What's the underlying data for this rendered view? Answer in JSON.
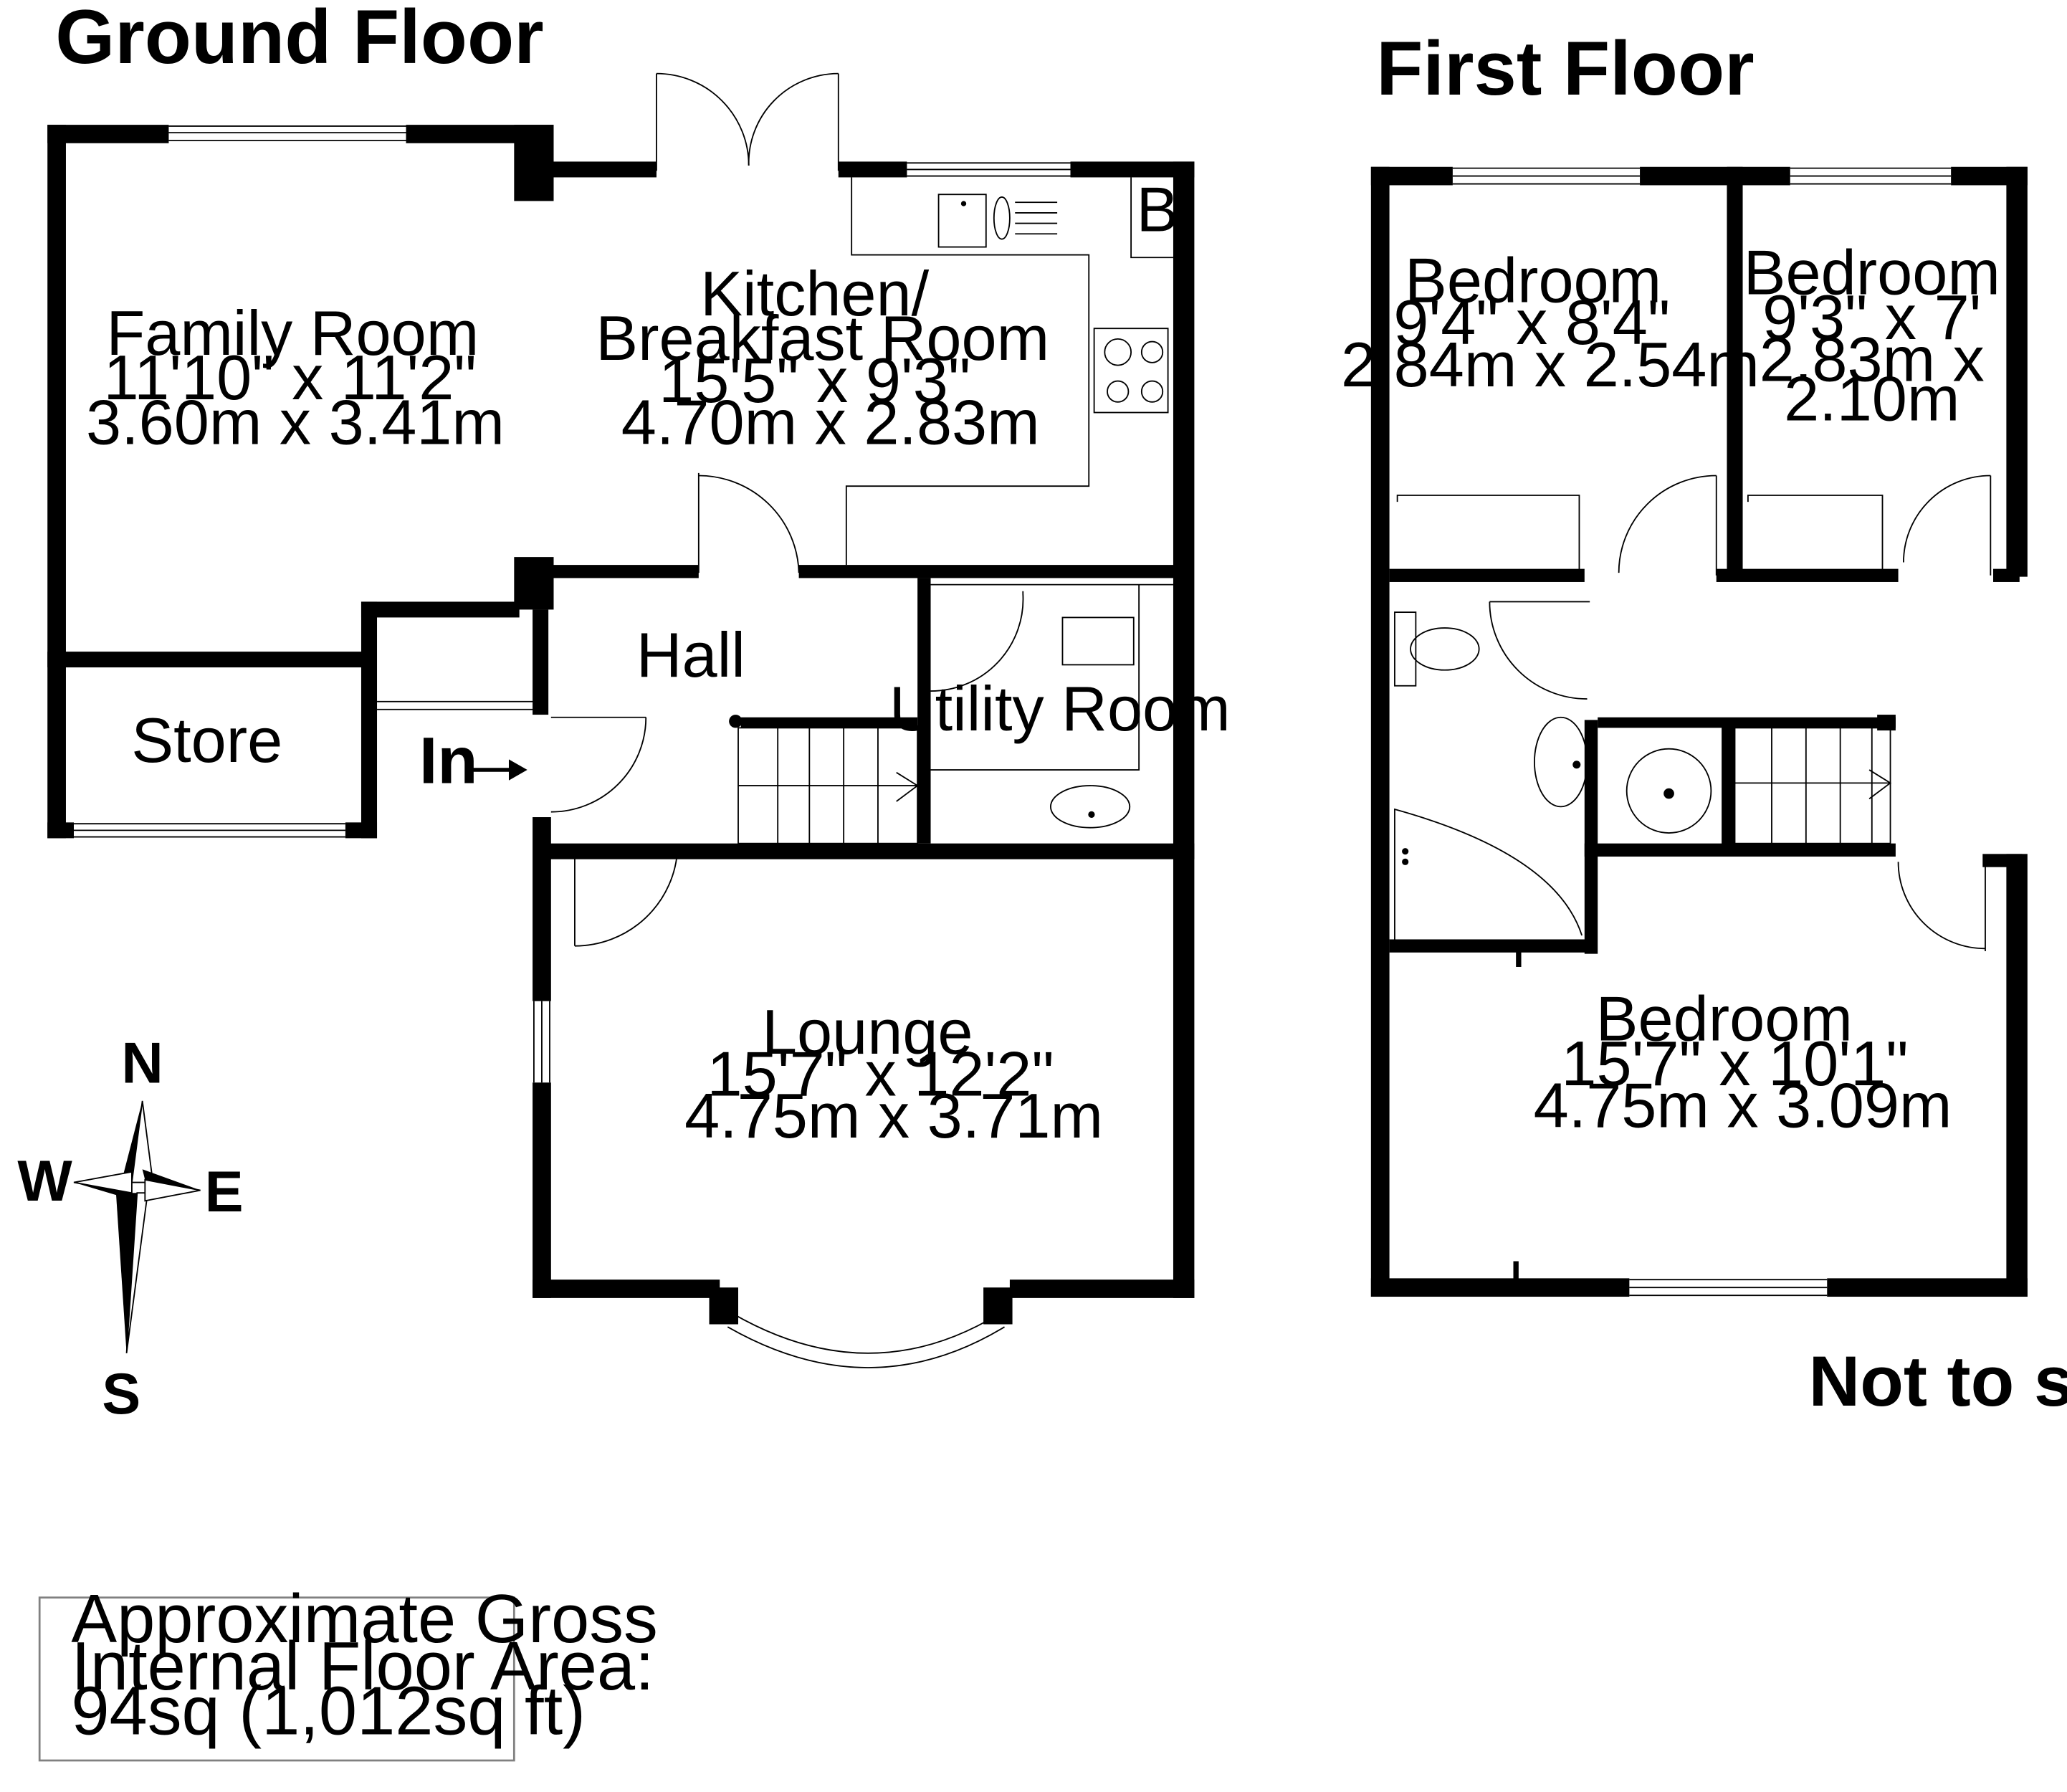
{
  "ground_floor": {
    "title": "Ground Floor",
    "rooms": [
      {
        "name": "Family Room",
        "imperial": "11'10\" x 11'2\"",
        "metric": "3.60m x 3.41m"
      },
      {
        "name_line1": "Kitchen/",
        "name_line2": "Breakfast Room",
        "imperial": "15'5\" x 9'3\"",
        "metric": "4.70m x 2.83m"
      },
      {
        "name": "Hall"
      },
      {
        "name": "Utility Room"
      },
      {
        "name": "Store"
      },
      {
        "name": "Lounge",
        "imperial": "15'7\" x 12'2\"",
        "metric": "4.75m x 3.71m"
      }
    ],
    "boiler_label": "B",
    "entrance_label": "In"
  },
  "first_floor": {
    "title": "First Floor",
    "rooms": [
      {
        "name": "Bedroom",
        "imperial": "9'4\" x 8'4\"",
        "metric": "2.84m x 2.54m"
      },
      {
        "name": "Bedroom",
        "imperial": "9'3\" x 7'",
        "metric_line1": "2.83m x",
        "metric_line2": "2.10m"
      },
      {
        "name": "Bedroom",
        "imperial": "15'7\" x 10'1\"",
        "metric": "4.75m x 3.09m"
      }
    ]
  },
  "compass": {
    "north": "N",
    "south": "S",
    "east": "E",
    "west": "W"
  },
  "scale_note": "Not to scale",
  "area_box": {
    "line1": "Approximate Gross",
    "line2": "Internal Floor Area:",
    "line3": "94sq (1,012sq ft)"
  }
}
